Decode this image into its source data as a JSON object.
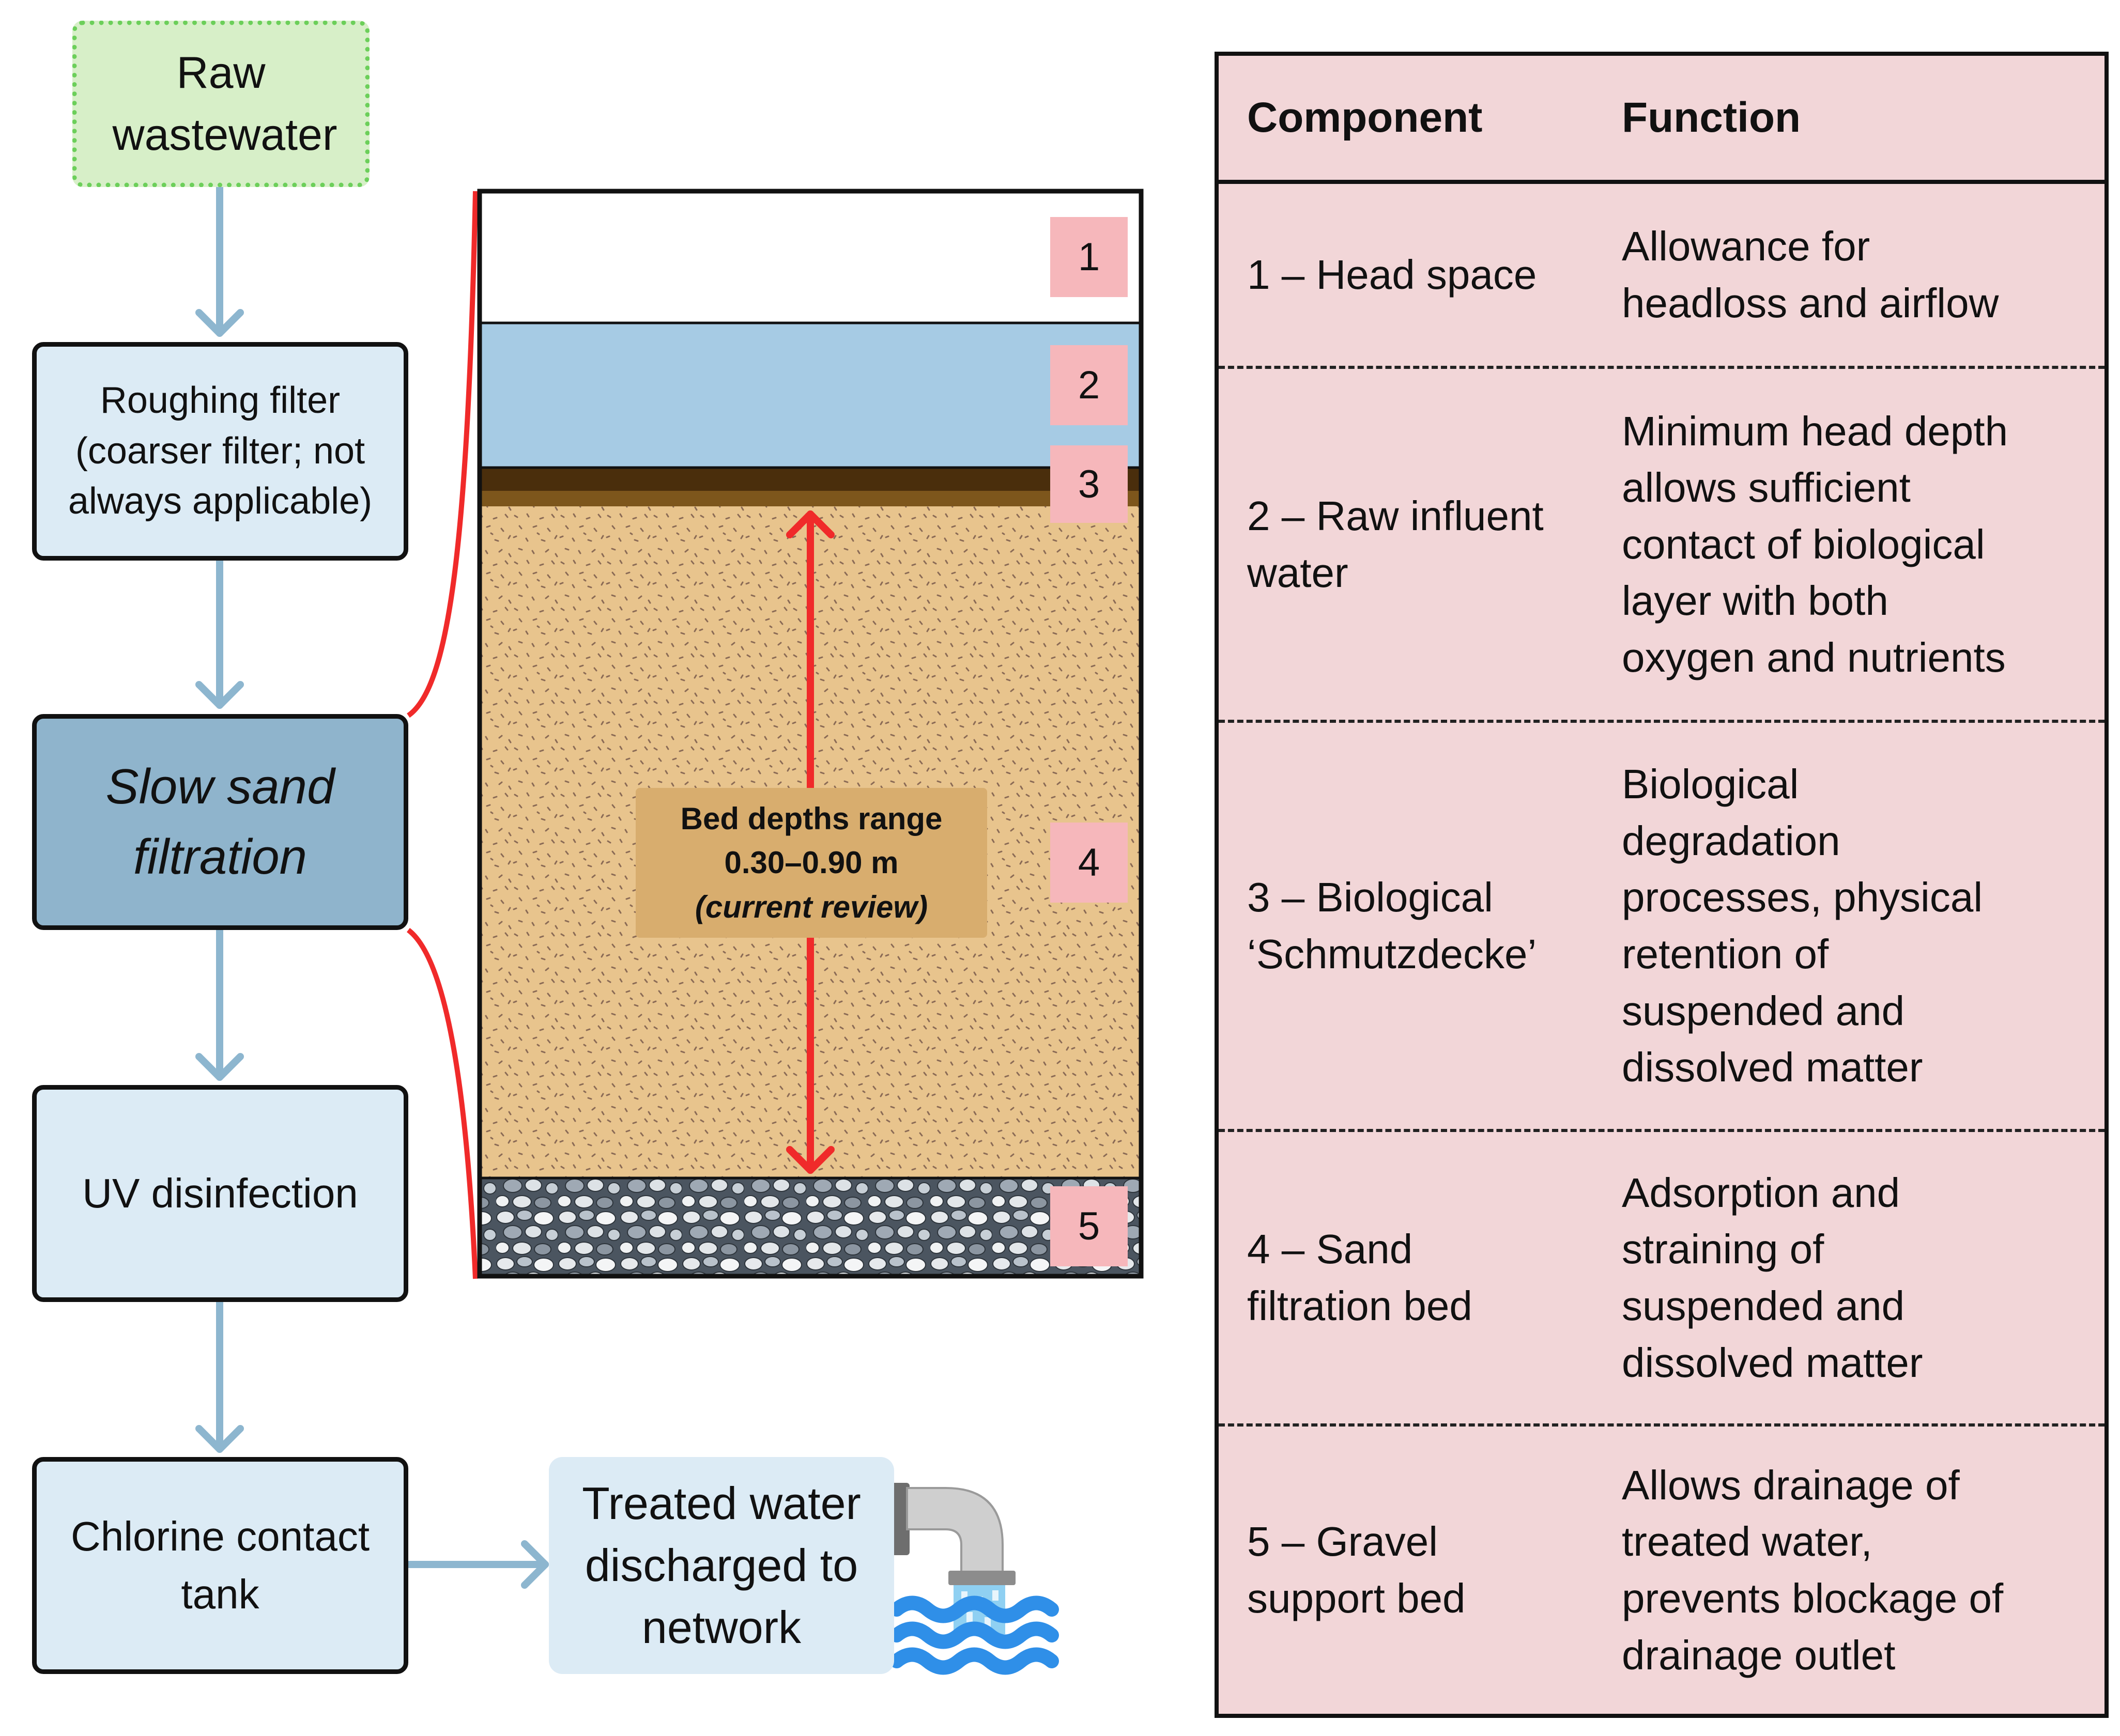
{
  "flowchart": {
    "raw": "Raw wastewater",
    "roughing": [
      "Roughing filter",
      "(coarser filter; not",
      "always applicable)"
    ],
    "slow_sand": [
      "Slow sand",
      "filtration"
    ],
    "uv": "UV disinfection",
    "chlorine": [
      "Chlorine contact",
      "tank"
    ],
    "treated": [
      "Treated water",
      "discharged to",
      "network"
    ]
  },
  "filter": {
    "layers": [
      "1",
      "2",
      "3",
      "4",
      "5"
    ],
    "bed_depth": {
      "title": "Bed depths range",
      "range": "0.30–0.90 m",
      "note": "(current review)"
    }
  },
  "table": {
    "headers": [
      "Component",
      "Function"
    ],
    "rows": [
      {
        "component": [
          "1 – Head space"
        ],
        "function": [
          "Allowance for",
          "headloss and airflow"
        ]
      },
      {
        "component": [
          "2 – Raw influent",
          "water"
        ],
        "function": [
          "Minimum head depth",
          "allows sufficient",
          "contact of biological",
          "layer with both",
          "oxygen and nutrients"
        ]
      },
      {
        "component": [
          "3 – Biological",
          "‘Schmutzdecke’"
        ],
        "function": [
          "Biological",
          "degradation",
          "processes, physical",
          "retention of",
          "suspended and",
          "dissolved matter"
        ]
      },
      {
        "component": [
          "4 – Sand",
          "filtration bed"
        ],
        "function": [
          "Adsorption and",
          "straining of",
          "suspended and",
          "dissolved matter"
        ]
      },
      {
        "component": [
          "5 – Gravel",
          "support bed"
        ],
        "function": [
          "Allows drainage of",
          "treated water,",
          "prevents blockage of",
          "drainage outlet"
        ]
      }
    ]
  },
  "colors": {
    "flow_box": "#dcebf5",
    "slow_sand_box": "#8fb4cc",
    "raw_box": "#d7efc8",
    "arrow": "#8db6cf",
    "sand": "#e8c48d",
    "water": "#a6cbe4",
    "schmutzdecke": "#4a2e0c",
    "label": "#f6b7bb",
    "red": "#f02a2a",
    "table_bg": "#f2d6d8"
  }
}
